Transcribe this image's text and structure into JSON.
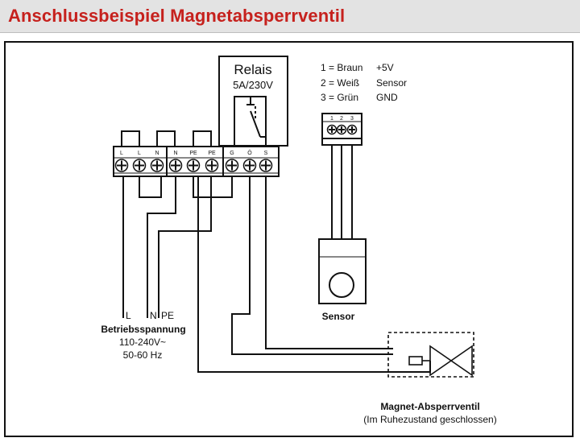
{
  "header": {
    "title": "Anschlussbeispiel Magnetabsperrventil",
    "title_color": "#c6211d",
    "header_bg": "#e3e3e3"
  },
  "relay": {
    "title": "Relais",
    "rating": "5A/230V"
  },
  "terminal_block": {
    "terminals": [
      "L",
      "L",
      "N",
      "N",
      "PE",
      "PE",
      "G",
      "Ö",
      "S"
    ]
  },
  "sensor_connector": {
    "pins": [
      "1",
      "2",
      "3"
    ],
    "legend": [
      {
        "key": "1 = Braun",
        "value": "+5V"
      },
      {
        "key": "2 = Weiß",
        "value": "Sensor"
      },
      {
        "key": "3 = Grün",
        "value": "GND"
      }
    ],
    "label": "Sensor"
  },
  "supply": {
    "wires": [
      "L",
      "N",
      "PE"
    ],
    "label": "Betriebsspannung",
    "voltage": "110-240V~",
    "frequency": "50-60 Hz"
  },
  "valve": {
    "label": "Magnet-Absperrventil",
    "note": "(Im Ruhezustand geschlossen)"
  }
}
